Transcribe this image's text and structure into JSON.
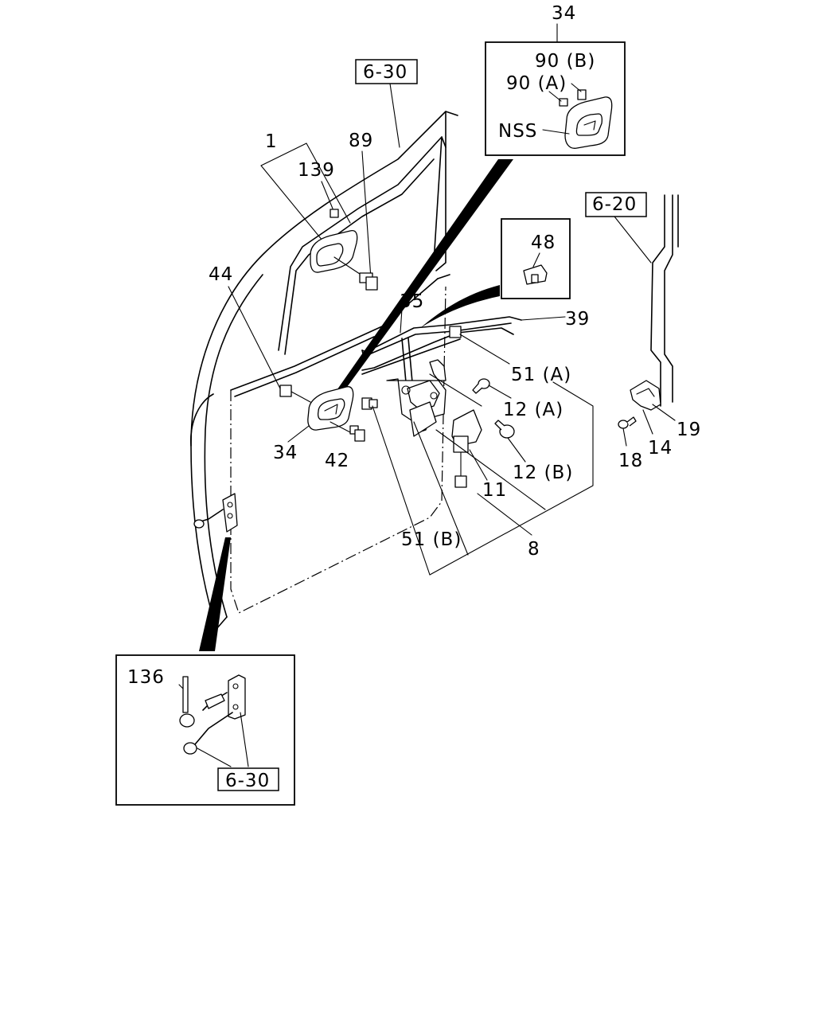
{
  "callouts": {
    "c34_inset": "34",
    "c90b": "90 (B)",
    "c90a": "90 (A)",
    "nss": "NSS",
    "ref_630_top": "6-30",
    "c1": "1",
    "c139": "139",
    "c89": "89",
    "ref_620": "6-20",
    "c48": "48",
    "c44": "44",
    "c35": "35",
    "c39": "39",
    "c51a": "51 (A)",
    "c12a": "12 (A)",
    "c12b": "12 (B)",
    "c34_main": "34",
    "c42": "42",
    "c11": "11",
    "c8": "8",
    "c51b": "51 (B)",
    "c19": "19",
    "c14": "14",
    "c18": "18",
    "c136": "136",
    "ref_630_bottom": "6-30"
  }
}
